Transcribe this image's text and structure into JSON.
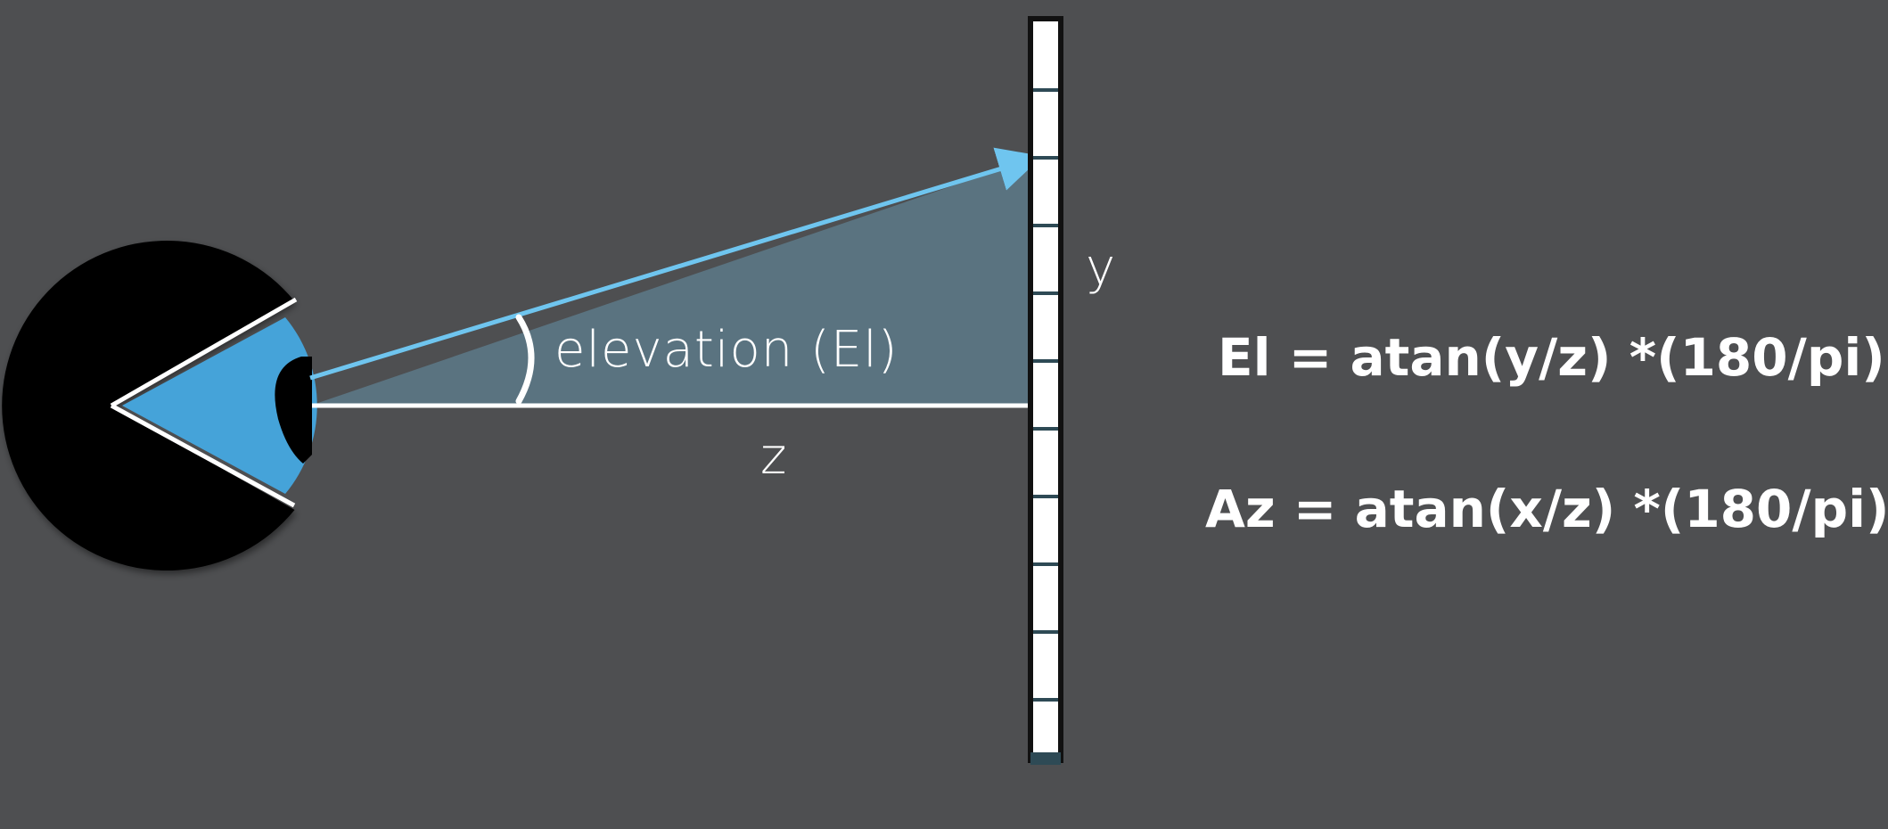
{
  "labels": {
    "elevation": "elevation (El)",
    "z": "z",
    "y": "y"
  },
  "equations": {
    "elevation": "El = atan(y/z) *(180/pi)",
    "azimuth": "Az = atan(x/z) *(180/pi)"
  },
  "colors": {
    "background": "#4e4f51",
    "eye": "#000000",
    "eye_cone": "#45a3d9",
    "ray": "#6fc5ef",
    "elevation_area": "#5a7380",
    "ruler_fill": "#ffffff",
    "ruler_border": "#111111",
    "ruler_tick": "#2e4a55",
    "text": "#ffffff"
  }
}
